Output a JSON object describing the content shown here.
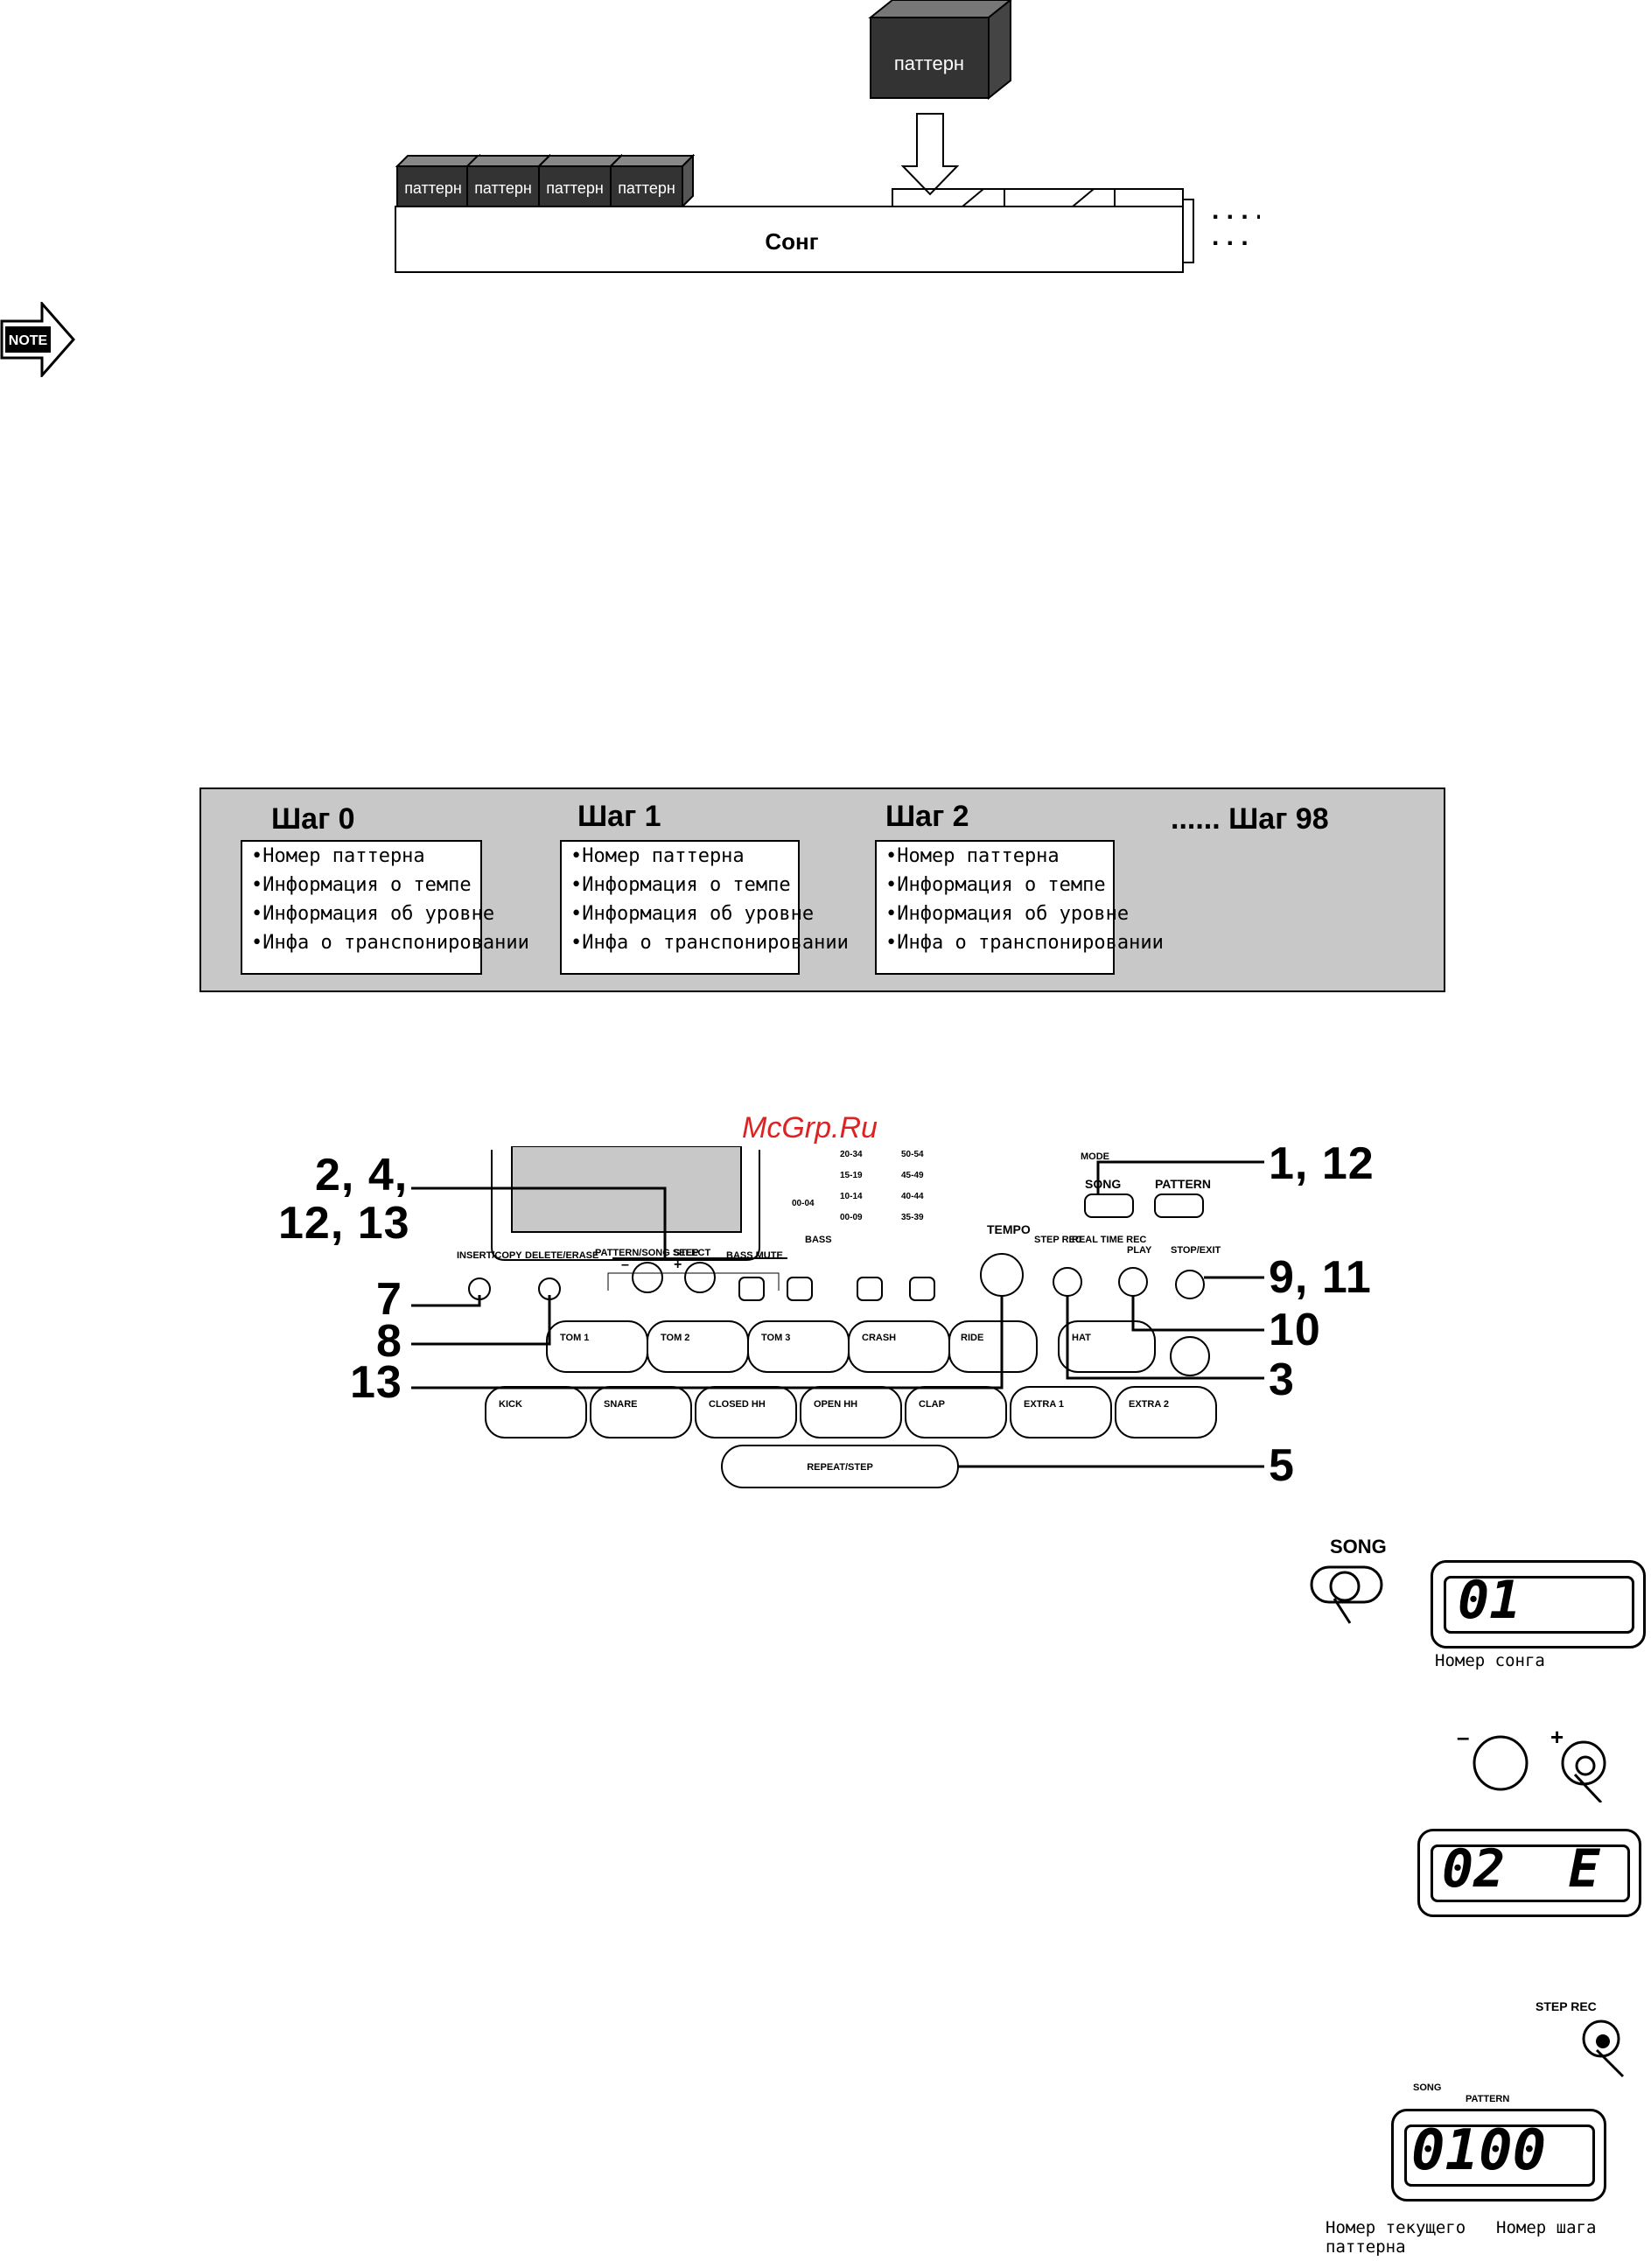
{
  "diagram1": {
    "pattern_label": "паттерн",
    "song_label": "Сонг",
    "dots": ". . . ."
  },
  "note_icon_text": "NOTE",
  "steps_diagram": {
    "steps": [
      {
        "title": "Шаг 0",
        "lines": [
          "•Номер паттерна",
          "•Информация о темпе",
          "•Информация об уровне",
          "•Инфа о транспонировании"
        ]
      },
      {
        "title": "Шаг 1",
        "lines": [
          "•Номер паттерна",
          "•Информация о темпе",
          "•Информация об уровне",
          "•Инфа о транспонировании"
        ]
      },
      {
        "title": "Шаг 2",
        "lines": [
          "•Номер паттерна",
          "•Информация о темпе",
          "•Информация об уровне",
          "•Инфа о транспонировании"
        ]
      }
    ],
    "last_step": "...... Шаг 98"
  },
  "watermark": "McGrp.Ru",
  "panel": {
    "callouts": {
      "c_2_4": "2, 4,",
      "c_12_13": "12, 13",
      "c_7": "7",
      "c_8": "8",
      "c_13": "13",
      "c_1_12": "1, 12",
      "c_9_11": "9, 11",
      "c_10": "10",
      "c_3": "3",
      "c_5": "5"
    },
    "labels": {
      "insert_copy": "INSERT/COPY",
      "delete_erase": "DELETE/ERASE",
      "bass_mute": "BASS MUTE",
      "tempo": "TEMPO",
      "step_rec": "STEP REC",
      "real_time_rec": "REAL TIME REC",
      "play": "PLAY",
      "stop_exit": "STOP/EXIT",
      "song": "SONG",
      "pattern": "PATTERN",
      "mode": "MODE",
      "repeat_step": "REPEAT/STEP",
      "pattern_song_select": "PATTERN/SONG SELECT",
      "step": "STEP",
      "bass": "BASS",
      "minus": "–",
      "plus": "+"
    },
    "pads_top": [
      "TOM 1",
      "TOM 2",
      "TOM 3",
      "CRASH",
      "RIDE",
      "HAT"
    ],
    "pads_bottom": [
      "KICK",
      "SNARE",
      "CLOSED HH",
      "OPEN HH",
      "CLAP",
      "EXTRA 1",
      "EXTRA 2"
    ]
  },
  "side_figures": {
    "song_button_label": "SONG",
    "song_lcd_value": "01",
    "song_caption": "Номер сонга",
    "lcd2_value": "02  E",
    "lcd2_minus": "–",
    "lcd2_plus": "+",
    "step_rec_label": "STEP REC",
    "lcd3_value": "0100",
    "lcd3_caption_left": "Номер текущего паттерна",
    "lcd3_caption_right": "Номер шага",
    "lcd_header_song": "SONG",
    "lcd_header_pattern": "PATTERN"
  }
}
